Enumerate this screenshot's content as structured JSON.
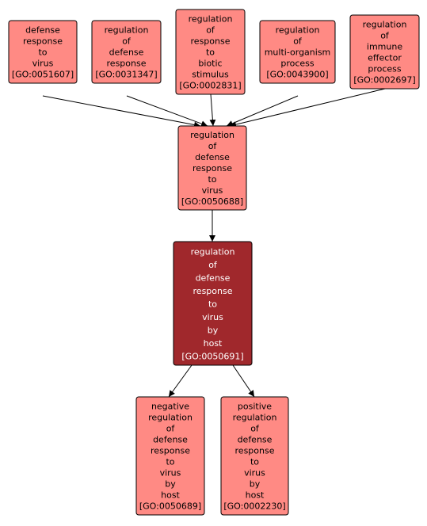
{
  "nodes": [
    {
      "id": "n1",
      "lines": [
        "defense",
        "response",
        "to",
        "virus",
        "[GO:0051607]"
      ],
      "style": "light"
    },
    {
      "id": "n2",
      "lines": [
        "regulation",
        "of",
        "defense",
        "response",
        "[GO:0031347]"
      ],
      "style": "light"
    },
    {
      "id": "n3",
      "lines": [
        "regulation",
        "of",
        "response",
        "to",
        "biotic",
        "stimulus",
        "[GO:0002831]"
      ],
      "style": "light"
    },
    {
      "id": "n4",
      "lines": [
        "regulation",
        "of",
        "multi-organism",
        "process",
        "[GO:0043900]"
      ],
      "style": "light"
    },
    {
      "id": "n5",
      "lines": [
        "regulation",
        "of",
        "immune",
        "effector",
        "process",
        "[GO:0002697]"
      ],
      "style": "light"
    },
    {
      "id": "n6",
      "lines": [
        "regulation",
        "of",
        "defense",
        "response",
        "to",
        "virus",
        "[GO:0050688]"
      ],
      "style": "light"
    },
    {
      "id": "n7",
      "lines": [
        "regulation",
        "of",
        "defense",
        "response",
        "to",
        "virus",
        "by",
        "host",
        "[GO:0050691]"
      ],
      "style": "focus"
    },
    {
      "id": "n8",
      "lines": [
        "negative",
        "regulation",
        "of",
        "defense",
        "response",
        "to",
        "virus",
        "by",
        "host",
        "[GO:0050689]"
      ],
      "style": "light"
    },
    {
      "id": "n9",
      "lines": [
        "positive",
        "regulation",
        "of",
        "defense",
        "response",
        "to",
        "virus",
        "by",
        "host",
        "[GO:0002230]"
      ],
      "style": "light"
    }
  ],
  "edges": [
    {
      "from": "n1",
      "to": "n6"
    },
    {
      "from": "n2",
      "to": "n6"
    },
    {
      "from": "n3",
      "to": "n6"
    },
    {
      "from": "n4",
      "to": "n6"
    },
    {
      "from": "n5",
      "to": "n6"
    },
    {
      "from": "n6",
      "to": "n7"
    },
    {
      "from": "n7",
      "to": "n8"
    },
    {
      "from": "n7",
      "to": "n9"
    }
  ]
}
